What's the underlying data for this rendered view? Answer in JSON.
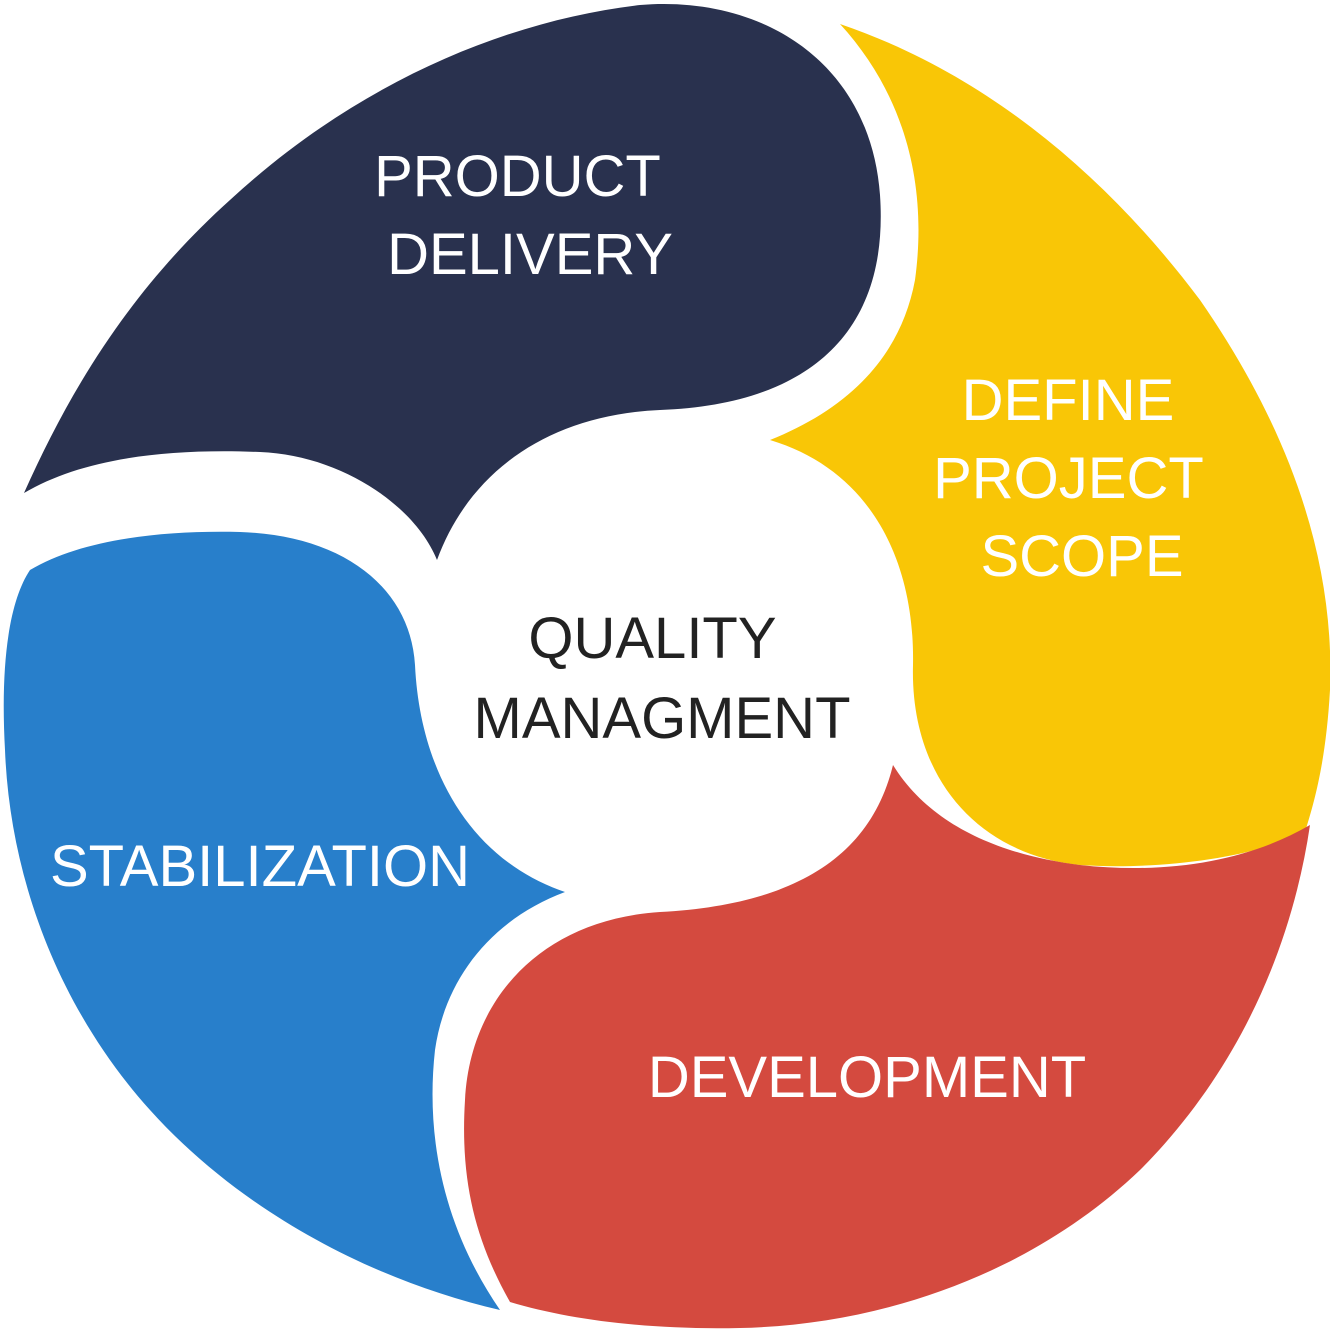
{
  "diagram": {
    "center": {
      "lines": [
        "QUALITY",
        "MANAGMENT"
      ],
      "text_color": "#222222"
    },
    "segments": [
      {
        "id": "product-delivery",
        "lines": [
          "PRODUCT",
          "DELIVERY"
        ],
        "color": "#29314E",
        "text_color": "#ffffff"
      },
      {
        "id": "define-project-scope",
        "lines": [
          "DEFINE",
          "PROJECT",
          "SCOPE"
        ],
        "color": "#F9C606",
        "text_color": "#ffffff"
      },
      {
        "id": "development",
        "lines": [
          "DEVELOPMENT"
        ],
        "color": "#D44A3F",
        "text_color": "#ffffff"
      },
      {
        "id": "stabilization",
        "lines": [
          "STABILIZATION"
        ],
        "color": "#287FCB",
        "text_color": "#ffffff"
      }
    ]
  }
}
